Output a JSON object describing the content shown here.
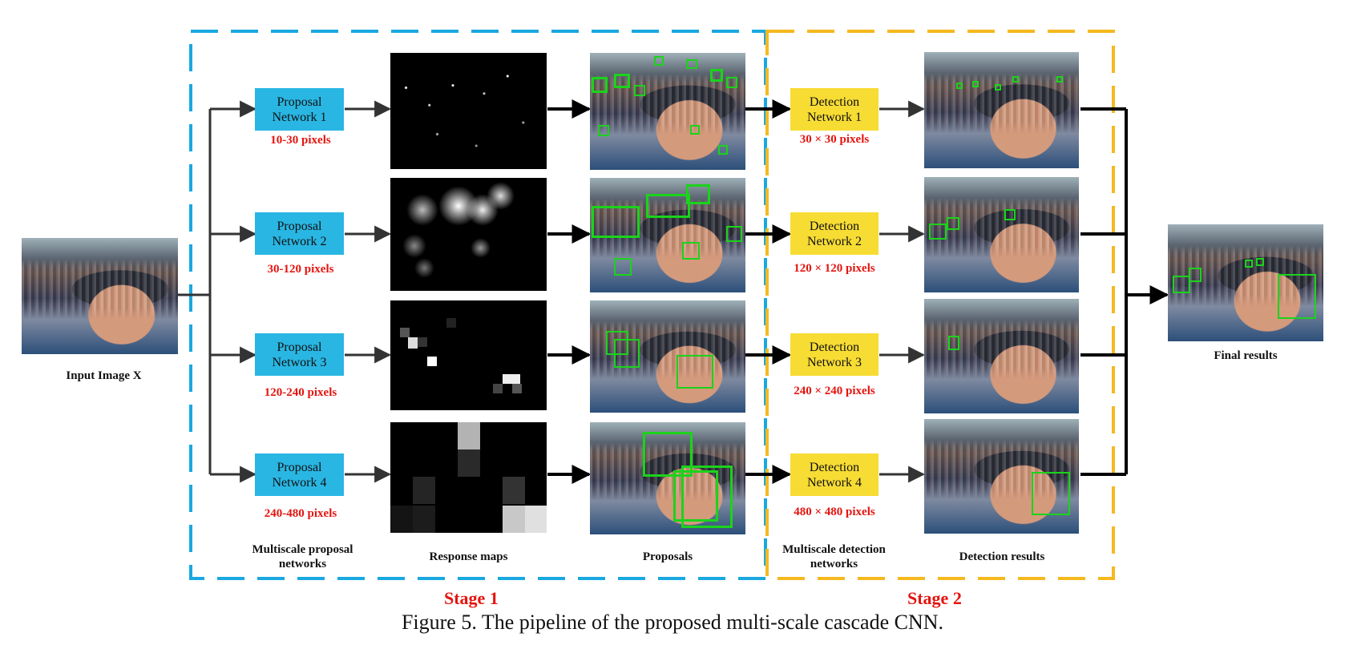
{
  "input_label": "Input Image X",
  "proposal_networks": [
    {
      "name_line1": "Proposal",
      "name_line2": "Network 1",
      "range": "10-30 pixels"
    },
    {
      "name_line1": "Proposal",
      "name_line2": "Network 2",
      "range": "30-120 pixels"
    },
    {
      "name_line1": "Proposal",
      "name_line2": "Network 3",
      "range": "120-240 pixels"
    },
    {
      "name_line1": "Proposal",
      "name_line2": "Network 4",
      "range": "240-480 pixels"
    }
  ],
  "detection_networks": [
    {
      "name_line1": "Detection",
      "name_line2": "Network 1",
      "size": "30 × 30 pixels"
    },
    {
      "name_line1": "Detection",
      "name_line2": "Network 2",
      "size": "120 × 120 pixels"
    },
    {
      "name_line1": "Detection",
      "name_line2": "Network 3",
      "size": "240 × 240 pixels"
    },
    {
      "name_line1": "Detection",
      "name_line2": "Network 4",
      "size": "480 × 480 pixels"
    }
  ],
  "column_labels": {
    "proposal_networks_line1": "Multiscale proposal",
    "proposal_networks_line2": "networks",
    "response_maps": "Response maps",
    "proposals": "Proposals",
    "detection_networks_line1": "Multiscale detection",
    "detection_networks_line2": "networks",
    "detection_results": "Detection results"
  },
  "final_label": "Final results",
  "stages": [
    "Stage 1",
    "Stage 2"
  ],
  "caption": "Figure 5. The pipeline of the proposed multi-scale cascade CNN.",
  "colors": {
    "stage1_border": "#1aa8e0",
    "stage2_border": "#f5b91f",
    "proposal_box": "#29b6e3",
    "detection_box": "#f7dc34",
    "emphasis_text": "#e4140f",
    "box_outline": "#1bd31b"
  }
}
